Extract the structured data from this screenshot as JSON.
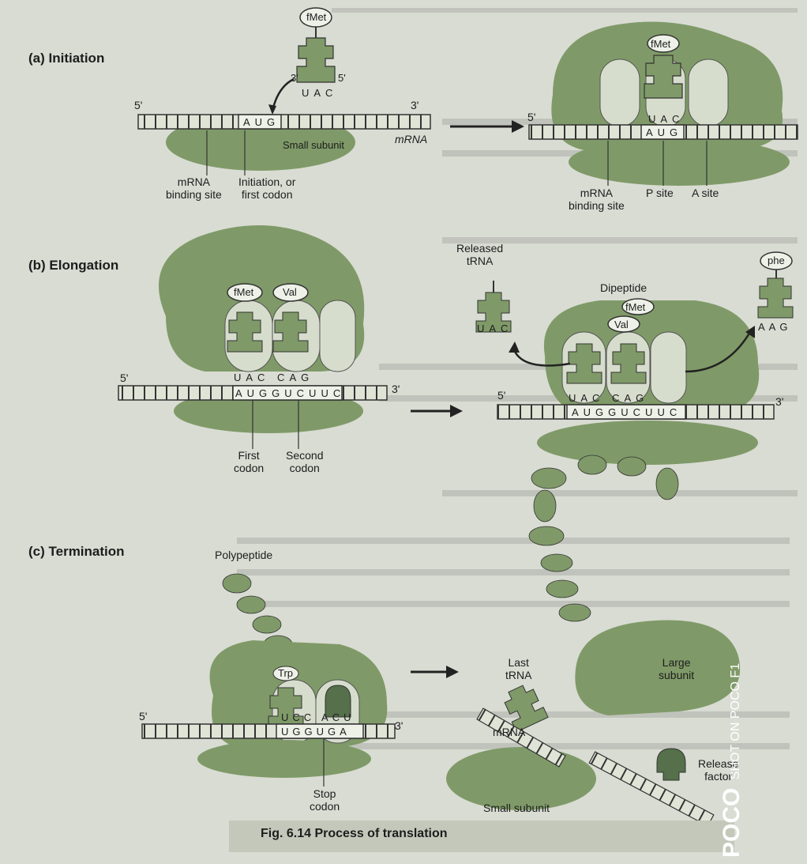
{
  "panels": {
    "initiation": {
      "heading": "(a) Initiation",
      "five_prime": "5'",
      "three_prime": "3'",
      "codon": "AUG",
      "anticodon": "UAC",
      "aa": "fMet",
      "trna_5": "5'",
      "trna_3": "3'",
      "small_subunit": "Small subunit",
      "mrna_label": "mRNA",
      "mrna_binding_site": "mRNA\nbinding site",
      "initiation_codon": "Initiation, or\nfirst codon",
      "binding_site_right": "mRNA\nbinding site",
      "p_site": "P site",
      "a_site": "A site"
    },
    "elongation": {
      "heading": "(b) Elongation",
      "fmet": "fMet",
      "val": "Val",
      "five_prime": "5'",
      "three_prime": "3'",
      "codons": "AUGGUCUUC",
      "anticodons": "UAC CAG",
      "first_codon": "First\ncodon",
      "second_codon": "Second\ncodon",
      "released_trna": "Released\ntRNA",
      "released_anticodon": "UAC",
      "dipeptide": "Dipeptide",
      "phe": "phe",
      "phe_anticodon": "AAG"
    },
    "termination": {
      "heading": "(c) Termination",
      "polypeptide": "Polypeptide",
      "trp": "Trp",
      "five_prime": "5'",
      "three_prime": "3'",
      "codons": "UGGUGA",
      "anticodons": "UCC ACU",
      "stop_codon": "Stop\ncodon",
      "last_trna": "Last\ntRNA",
      "large_subunit": "Large\nsubunit",
      "mrna": "mRNA",
      "release_factor": "Release\nfactor",
      "small_subunit": "Small subunit"
    }
  },
  "caption": "Fig. 6.14  Process of translation",
  "watermark": {
    "brand": "POCO",
    "line": "SHOT ON POCO F1"
  },
  "colors": {
    "ribosome": "#7f9a68",
    "ribosome_dark": "#5f7a4a",
    "mrna": "#cfd8c4",
    "background": "#d9dcd3",
    "ink": "#1d1d1d"
  }
}
